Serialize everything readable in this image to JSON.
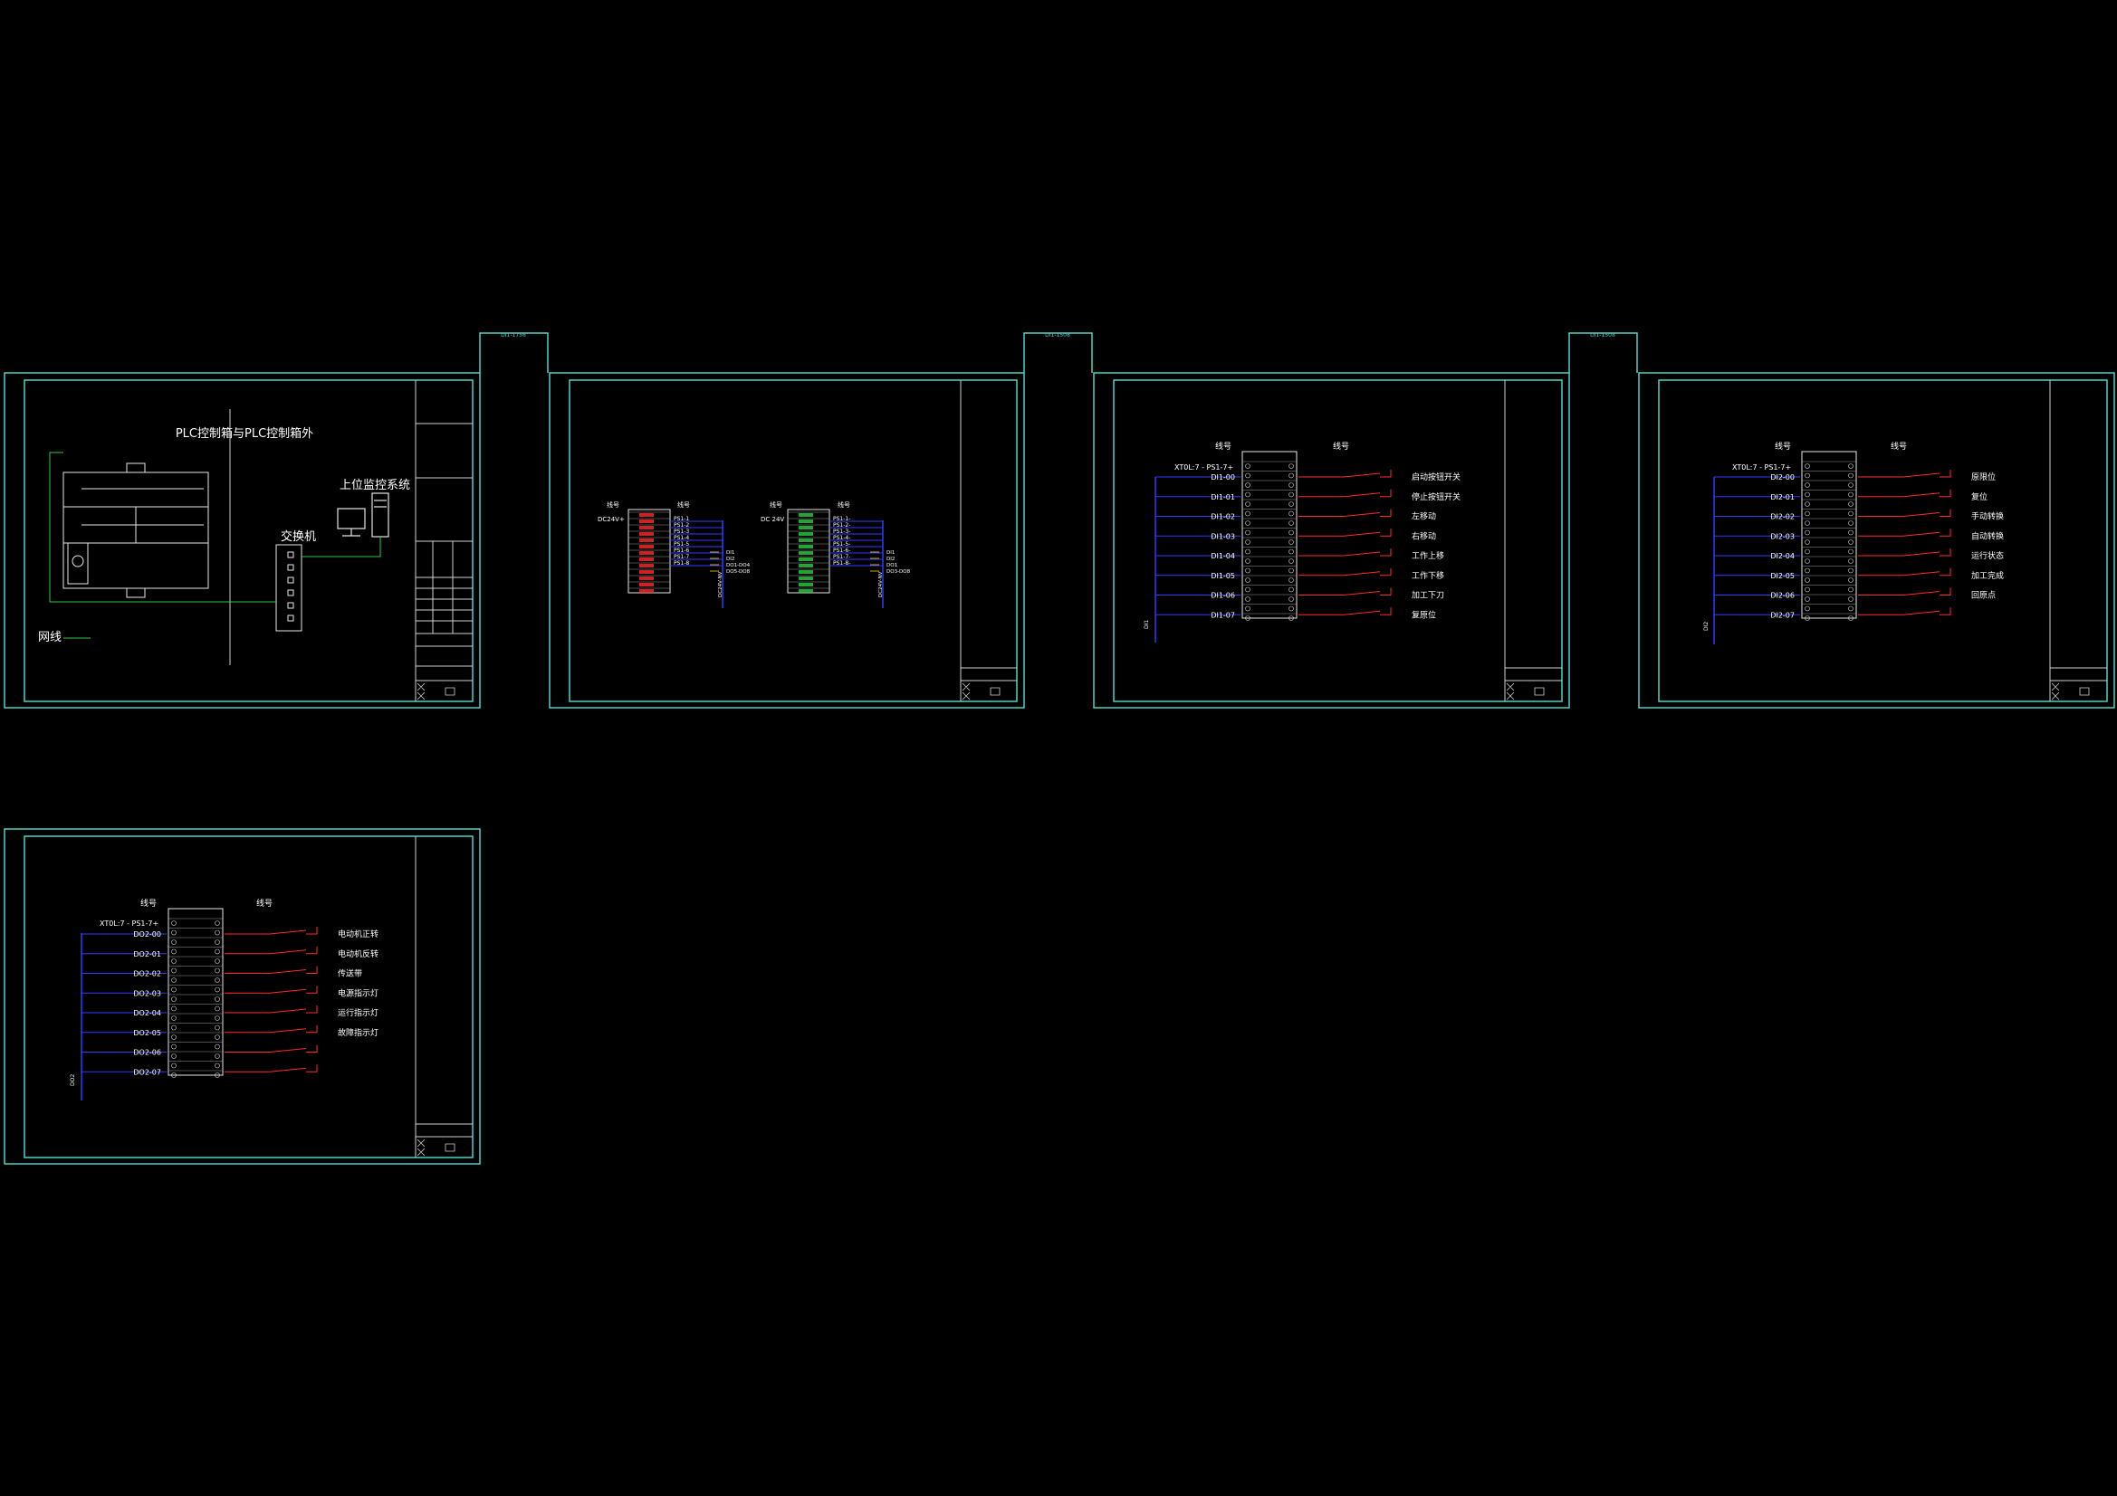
{
  "colors": {
    "background": "#000000",
    "frame": "#4fd1c5",
    "wire_blue": "#2e3cff",
    "wire_red": "#ff2a2a",
    "wire_green": "#2ecc40",
    "wire_yellow": "#ffd400",
    "text_white": "#ffffff",
    "text_cyan": "#4fd1c5",
    "line_gray": "#cfcfcf"
  },
  "connector_tabs": [
    {
      "label": "DI1-1756"
    },
    {
      "label": "DI1-1508"
    },
    {
      "label": "DI1-1508"
    }
  ],
  "sheet1": {
    "title": "PLC控制箱与PLC控制箱外",
    "supervisor_label": "上位监控系统",
    "switch_label": "交换机",
    "network_label": "网线"
  },
  "sheet2": {
    "left": {
      "header_line": "线号",
      "header_wire": "线号",
      "supply": "DC24V+",
      "labels": [
        "PS1-1",
        "PS1-2",
        "PS1-3",
        "PS1-4",
        "PS1-5",
        "PS1-6",
        "PS1-7",
        "PS1-8"
      ],
      "notes": [
        "DI1",
        "DI2",
        "DO1-DO4",
        "DO5-DO8"
      ],
      "vertical": "DC24V-NV"
    },
    "right": {
      "header_line": "线号",
      "header_wire": "线号",
      "supply": "DC 24V",
      "labels": [
        "PS1-1-",
        "PS1-2-",
        "PS1-3-",
        "PS1-4-",
        "PS1-5-",
        "PS1-6-",
        "PS1-7-",
        "PS1-8-"
      ],
      "notes": [
        "DI1",
        "DI2",
        "DO1",
        "DO3-DO8"
      ],
      "vertical": "DC24V-NV"
    }
  },
  "sheet3": {
    "header_line": "线号",
    "header_wire": "线号",
    "xt_label": "XT0L:7 - PS1-7+",
    "channels": [
      "DI1-00",
      "DI1-01",
      "DI1-02",
      "DI1-03",
      "DI1-04",
      "DI1-05",
      "DI1-06",
      "DI1-07"
    ],
    "descriptions": [
      "启动按钮开关",
      "停止按钮开关",
      "左移动",
      "右移动",
      "工作上移",
      "工作下移",
      "加工下刀",
      "复原位"
    ],
    "vertical": "DI1"
  },
  "sheet4": {
    "header_line": "线号",
    "header_wire": "线号",
    "xt_label": "XT0L:7 - PS1-7+",
    "channels": [
      "DI2-00",
      "DI2-01",
      "DI2-02",
      "DI2-03",
      "DI2-04",
      "DI2-05",
      "DI2-06",
      "DI2-07"
    ],
    "descriptions": [
      "原限位",
      "复位",
      "手动转换",
      "自动转换",
      "运行状态",
      "加工完成",
      "回原点"
    ],
    "vertical": "DI2"
  },
  "sheet5": {
    "header_line": "线号",
    "header_wire": "线号",
    "xt_label": "XT0L:7 - PS1-7+",
    "channels": [
      "DO2-00",
      "DO2-01",
      "DO2-02",
      "DO2-03",
      "DO2-04",
      "DO2-05",
      "DO2-06",
      "DO2-07"
    ],
    "descriptions": [
      "电动机正转",
      "电动机反转",
      "传送带",
      "电源指示灯",
      "运行指示灯",
      "故障指示灯"
    ],
    "vertical": "DO2"
  }
}
